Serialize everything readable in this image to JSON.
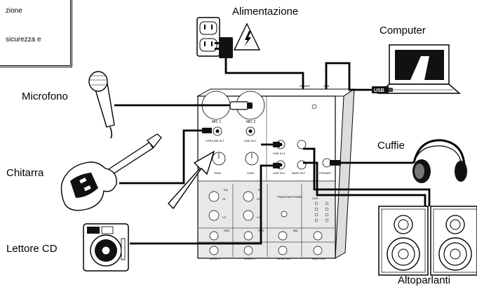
{
  "labels": {
    "power": "Alimentazione",
    "computer": "Computer",
    "microphone": "Microfono",
    "headphones": "Cuffie",
    "guitar": "Chitarra",
    "cd_player": "Lettore CD",
    "speakers": "Altoparlanti"
  },
  "note": {
    "line1": "zione",
    "line2": "sicurezza e"
  },
  "mixer": {
    "power_port": "POWER",
    "usb_port": "USB",
    "usb_plug": "USB",
    "mic1": "MIC 1",
    "mic2": "MIC 2",
    "gtr_line_in_1": "GTR/LINE IN 1",
    "line_in_2": "LINE IN 2",
    "line_in_3": "LINE IN 3",
    "line_in_4": "LINE IN 4",
    "main_out": "MAIN OUT",
    "phones": "PHONES",
    "gain": "GAIN",
    "eq": "EQ",
    "pan": "PAN",
    "bal": "BAL",
    "phantom_power": "PHANTOM POWER",
    "level_1": "LEVEL 1",
    "level_2": "LEVEL 2",
    "level_34": "LEVEL 3/4",
    "main_vol": "MAIN VOL",
    "hi": "HI",
    "lo": "LO",
    "clip": "CLIP"
  },
  "colors": {
    "line": "#000000",
    "panel": "#ffffff",
    "lower_panel": "#e8e8e8"
  }
}
